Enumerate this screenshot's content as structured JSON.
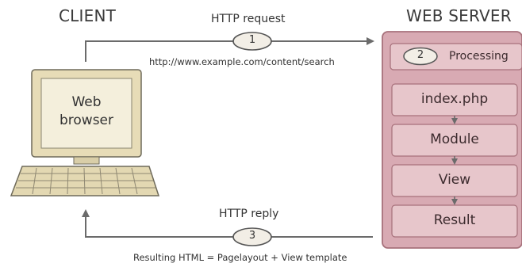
{
  "client": {
    "title": "CLIENT",
    "screen_line1": "Web",
    "screen_line2": "browser"
  },
  "server": {
    "title": "WEB SERVER",
    "processing": {
      "number": "2",
      "label": "Processing"
    },
    "steps": [
      "index.php",
      "Module",
      "View",
      "Result"
    ]
  },
  "request": {
    "label": "HTTP request",
    "number": "1",
    "url": "http://www.example.com/content/search"
  },
  "reply": {
    "label": "HTTP reply",
    "number": "3",
    "caption": "Resulting HTML = Pagelayout + View template"
  },
  "colors": {
    "server_fill": "#d8aab3",
    "server_stroke": "#a7717b",
    "step_fill": "#e7c6cb",
    "monitor_fill": "#ece1bf",
    "screen_fill": "#f4efdc",
    "arrow": "#666666"
  }
}
